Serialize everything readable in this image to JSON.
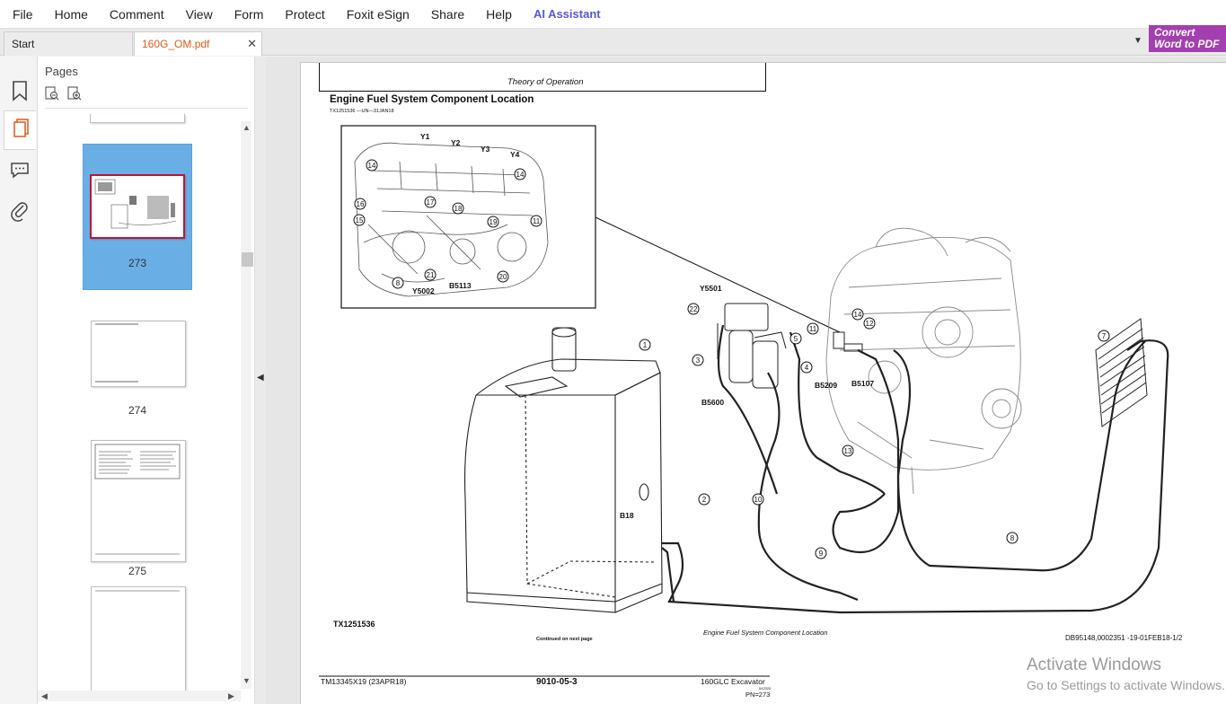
{
  "menu": {
    "items": [
      "File",
      "Home",
      "Comment",
      "View",
      "Form",
      "Protect",
      "Foxit eSign",
      "Share",
      "Help"
    ],
    "ai_label": "AI Assistant"
  },
  "tabs": {
    "start_label": "Start",
    "doc_label": "160G_OM.pdf",
    "close_glyph": "✕",
    "dropdown_glyph": "▼"
  },
  "convert": {
    "line1": "Convert",
    "line2": "Word to PDF"
  },
  "panel": {
    "title": "Pages",
    "thumbnails": [
      {
        "page": "273",
        "selected": true
      },
      {
        "page": "274",
        "selected": false
      },
      {
        "page": "275",
        "selected": false
      }
    ]
  },
  "document": {
    "header": "Theory of Operation",
    "title": "Engine Fuel System Component Location",
    "subtitle": "TX1251536 —UN—31JAN18",
    "labels": {
      "y1": "Y1",
      "y2": "Y2",
      "y3": "Y3",
      "y4": "Y4",
      "y5002": "Y5002",
      "b5113": "B5113",
      "y5501": "Y5501",
      "b5600": "B5600",
      "b5209": "B5209",
      "b5107": "B5107",
      "b18": "B18"
    },
    "callouts": [
      "1",
      "2",
      "3",
      "4",
      "5",
      "7",
      "8",
      "8",
      "9",
      "10",
      "11",
      "11",
      "12",
      "13",
      "14",
      "14",
      "14",
      "15",
      "16",
      "17",
      "18",
      "19",
      "20",
      "21",
      "22"
    ],
    "figure_id": "TX1251536",
    "continued": "Continued on next page",
    "caption": "Engine Fuel System Component Location",
    "doc_ref": "DB95148,0002351 -19-01FEB18-1/2",
    "footer_left": "TM13345X19 (23APR18)",
    "footer_center": "9010-05-3",
    "footer_right": "160GLC Excavator",
    "footer_small": "042320",
    "footer_pn": "PN=273"
  },
  "watermark": {
    "line1": "Activate Windows",
    "line2": "Go to Settings to activate Windows."
  },
  "colors": {
    "selected_thumb": "#6aaee6",
    "ai_accent": "#5a57d6",
    "convert_bg": "#a43fb0",
    "active_tab_text": "#e0581b"
  }
}
